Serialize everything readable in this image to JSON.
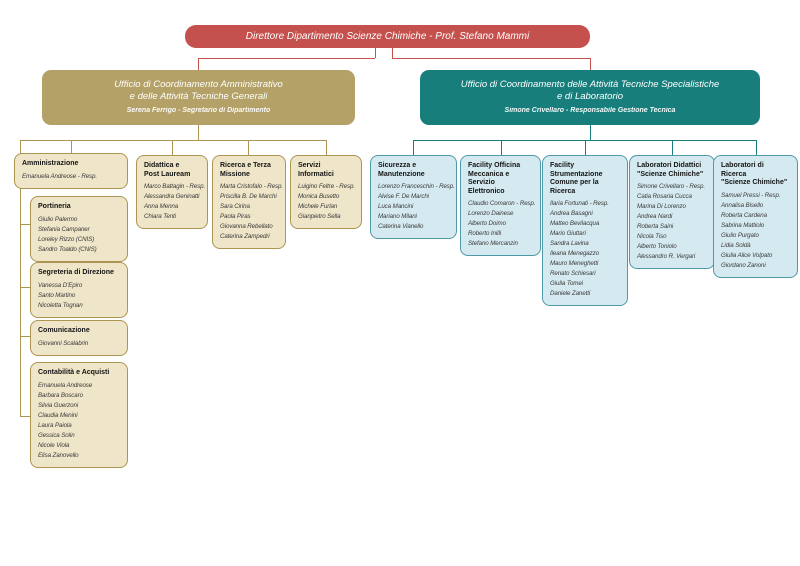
{
  "root": {
    "title": "Direttore Dipartimento Scienze Chimiche - Prof. Stefano Mammi"
  },
  "offices": {
    "admin": {
      "title": "Ufficio di Coordinamento Amministrativo\ne delle Attività Tecniche Generali",
      "subtitle": "Serena Ferrigo - Segretario di Dipartimento"
    },
    "tech": {
      "title": "Ufficio di Coordinamento delle Attività Tecniche Specialistiche\ne di Laboratorio",
      "subtitle": "Simone Crivellaro - Responsabile Gestione Tecnica"
    }
  },
  "left_units": [
    {
      "title": "Amministrazione",
      "members": [
        "Emanuela Andreose - Resp."
      ]
    },
    {
      "title": "Didattica e\nPost Lauream",
      "members": [
        "Marco Battagin - Resp.",
        "Alessandra Geninatti",
        "Anna Menna",
        "Chiara Tenti"
      ]
    },
    {
      "title": "Ricerca e Terza\nMissione",
      "members": [
        "Marta Cristofalo - Resp.",
        "Priscilla B. De Marchi",
        "Sara Cirina",
        "Paola Piras",
        "Giovanna Rebellato",
        "Caterina Zampedri"
      ]
    },
    {
      "title": "Servizi\nInformatici",
      "members": [
        "Luigino Feltre - Resp.",
        "Monica Busetto",
        "Michele Furlan",
        "Gianpietro Sella"
      ]
    }
  ],
  "admin_subunits": [
    {
      "title": "Portineria",
      "members": [
        "Giulio Palermo",
        "Stefania Campaner",
        "Loreley Rizzo (CNIS)",
        "Sandro Toaldo (CNIS)"
      ]
    },
    {
      "title": "Segreteria di Direzione",
      "members": [
        "Vanessa D'Epiro",
        "Santo Martino",
        "Nicoletta Tognan"
      ]
    },
    {
      "title": "Comunicazione",
      "members": [
        "Giovanni Scalabrin"
      ]
    },
    {
      "title": "Contabilità e Acquisti",
      "members": [
        "Emanuela Andreose",
        "Barbara Boscaro",
        "Silvia Guerzoni",
        "Claudia Menini",
        "Laura Paiola",
        "Gessica Solin",
        "Nicole Viola",
        "Elisa Zanovello"
      ]
    }
  ],
  "right_units": [
    {
      "title": "Sicurezza e\nManutenzione",
      "members": [
        "Lorenzo Franceschin - Resp.",
        "Alvise F. De Marchi",
        "Luca Mancini",
        "Mariano Milani",
        "Caterina Vianello"
      ]
    },
    {
      "title": "Facility Officina\nMeccanica e\nServizio Elettronico",
      "members": [
        "Claudio Comaron - Resp.",
        "Lorenzo Dainese",
        "Alberto Doimo",
        "Roberto Inilli",
        "Stefano Mercanzin"
      ]
    },
    {
      "title": "Facility\nStrumentazione\nComune per la Ricerca",
      "members": [
        "Ilaria Fortunati - Resp.",
        "Andrea Basagni",
        "Matteo Bevilacqua",
        "Mario Giuttari",
        "Sandra Lavina",
        "Ileana Menegazzo",
        "Mauro Meneghetti",
        "Renato Schiesari",
        "Giulia Tomei",
        "Daniele Zanetti"
      ]
    },
    {
      "title": "Laboratori Didattici\n\"Scienze Chimiche\"",
      "members": [
        "Simone Crivellaro - Resp.",
        "Catia Rosaria Cucca",
        "Marina Di Lorenzo",
        "Andrea Nardi",
        "Roberta Saini",
        "Nicola Tiso",
        "Alberto Toniolo",
        "Alessandro R. Vergari"
      ]
    },
    {
      "title": "Laboratori di Ricerca\n\"Scienze Chimiche\"",
      "members": [
        "Samuel Pressi - Resp.",
        "Annalisa Bisello",
        "Roberta Cardena",
        "Sabrina Mattiolo",
        "Giulio Purgato",
        "Lidia Soldà",
        "Giulia Alice Volpato",
        "Giordano Zanoni"
      ]
    }
  ],
  "colors": {
    "director_red": "#c5514e",
    "office_olive": "#b3a167",
    "office_teal": "#177e7c",
    "unit_tan_fill": "#efe5c9",
    "unit_tan_border": "#ab9551",
    "unit_blue_fill": "#d5eaf0",
    "unit_blue_border": "#4f99a7"
  }
}
